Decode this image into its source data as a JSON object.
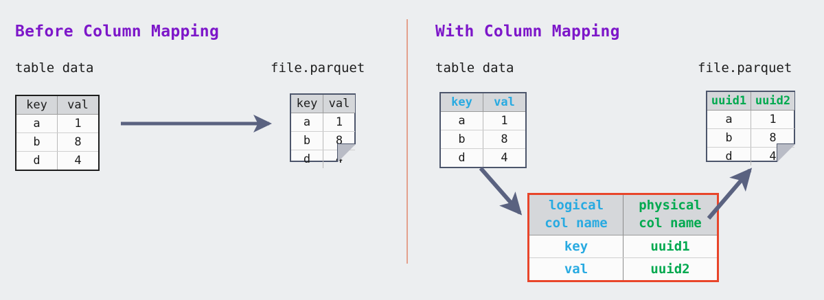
{
  "background_color": "#eceef0",
  "divider": {
    "color": "#e3a08c"
  },
  "colors": {
    "title_purple": "#7d17c9",
    "logical_blue": "#28aae1",
    "physical_green": "#00a94f",
    "arrow_slate": "#5a6280",
    "mapping_border_red": "#e8452a",
    "table_header_gray": "#d5d7da"
  },
  "left_panel": {
    "title": "Before Column Mapping",
    "table_caption": "table data",
    "file_caption": "file.parquet",
    "source_table": {
      "headers": [
        "key",
        "val"
      ],
      "rows": [
        [
          "a",
          "1"
        ],
        [
          "b",
          "8"
        ],
        [
          "d",
          "4"
        ]
      ]
    },
    "parquet_table": {
      "headers": [
        "key",
        "val"
      ],
      "rows": [
        [
          "a",
          "1"
        ],
        [
          "b",
          "8"
        ],
        [
          "d",
          "4"
        ]
      ]
    },
    "arrow": {
      "name": "table-to-file-arrow",
      "direction": "right"
    }
  },
  "right_panel": {
    "title": "With Column Mapping",
    "table_caption": "table data",
    "file_caption": "file.parquet",
    "source_table": {
      "headers": [
        "key",
        "val"
      ],
      "rows": [
        [
          "a",
          "1"
        ],
        [
          "b",
          "8"
        ],
        [
          "d",
          "4"
        ]
      ]
    },
    "parquet_table": {
      "headers": [
        "uuid1",
        "uuid2"
      ],
      "rows": [
        [
          "a",
          "1"
        ],
        [
          "b",
          "8"
        ],
        [
          "d",
          "4"
        ]
      ]
    },
    "mapping_table": {
      "headers": [
        {
          "line1": "logical",
          "line2": "col name"
        },
        {
          "line1": "physical",
          "line2": "col name"
        }
      ],
      "rows": [
        {
          "logical": "key",
          "physical": "uuid1"
        },
        {
          "logical": "val",
          "physical": "uuid2"
        }
      ]
    },
    "arrow_down": {
      "name": "table-to-mapping-arrow",
      "direction": "down-right"
    },
    "arrow_up": {
      "name": "mapping-to-file-arrow",
      "direction": "up-right"
    }
  }
}
